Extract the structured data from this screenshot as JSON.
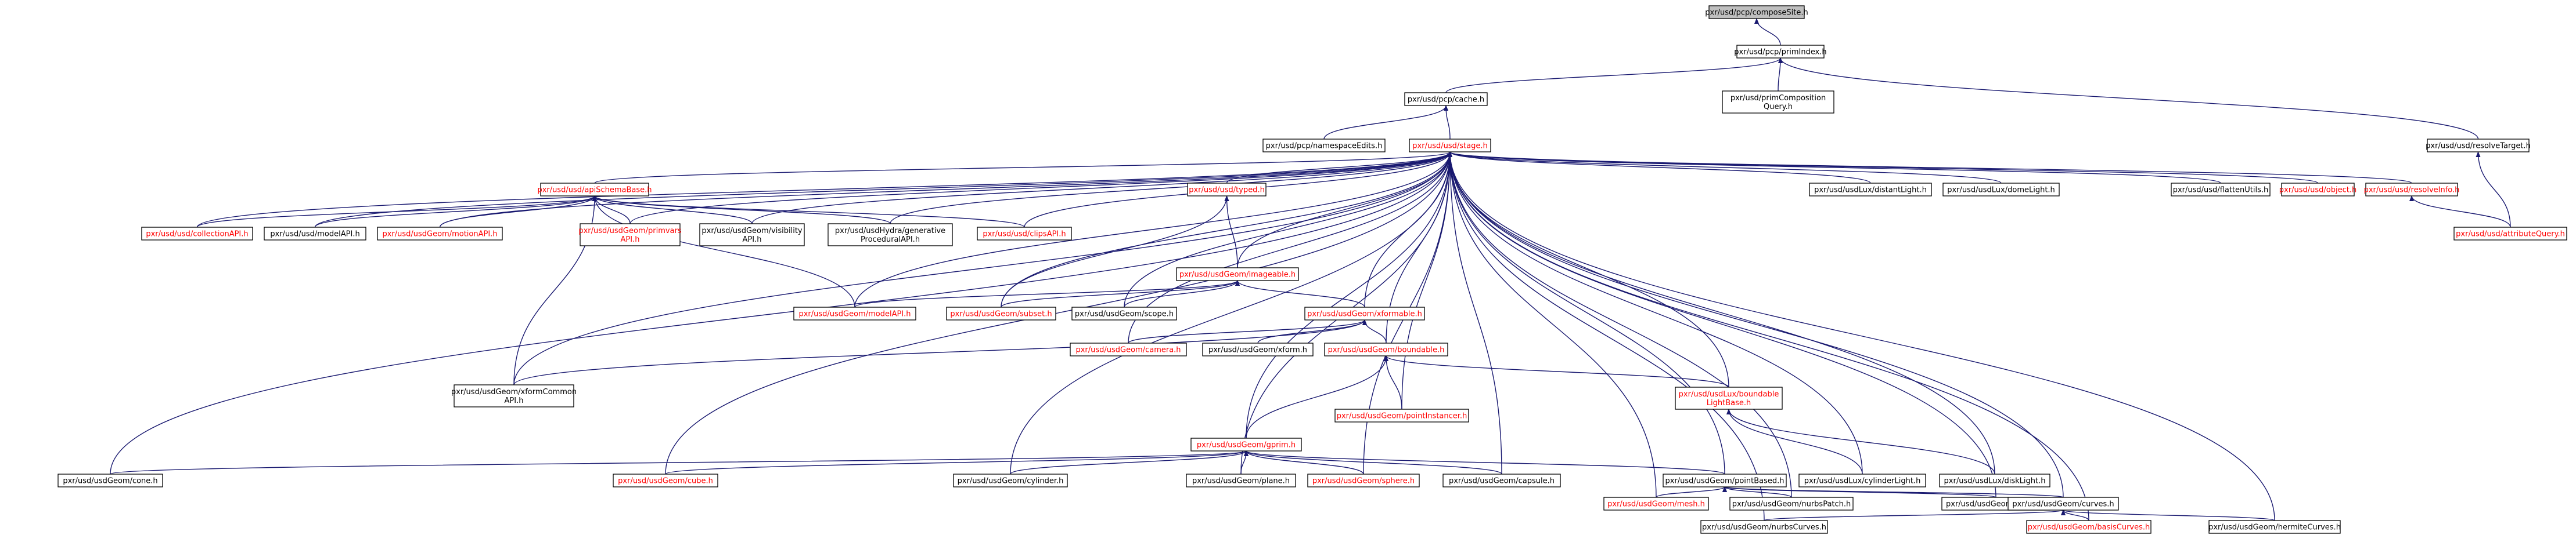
{
  "colors": {
    "root_fill": "#bfbfbf",
    "link_text": "#000000",
    "hidden_text": "#ff0000",
    "edge": "#191970",
    "border": "#000000"
  },
  "nodes": [
    {
      "id": "composeSite",
      "lines": [
        "pxr/usd/pcp/composeSite.h"
      ],
      "kind": "root"
    },
    {
      "id": "primIndex",
      "lines": [
        "pxr/usd/pcp/primIndex.h"
      ],
      "kind": "link"
    },
    {
      "id": "cache",
      "lines": [
        "pxr/usd/pcp/cache.h"
      ],
      "kind": "link"
    },
    {
      "id": "primComposition",
      "lines": [
        "pxr/usd/primComposition",
        "Query.h"
      ],
      "kind": "link"
    },
    {
      "id": "resolveTarget",
      "lines": [
        "pxr/usd/usd/resolveTarget.h"
      ],
      "kind": "link"
    },
    {
      "id": "namespaceEdits",
      "lines": [
        "pxr/usd/pcp/namespaceEdits.h"
      ],
      "kind": "link"
    },
    {
      "id": "stage",
      "lines": [
        "pxr/usd/usd/stage.h"
      ],
      "kind": "hidden"
    },
    {
      "id": "apiSchemaBase",
      "lines": [
        "pxr/usd/usd/apiSchemaBase.h"
      ],
      "kind": "hidden"
    },
    {
      "id": "typed",
      "lines": [
        "pxr/usd/usd/typed.h"
      ],
      "kind": "hidden"
    },
    {
      "id": "distantLight",
      "lines": [
        "pxr/usd/usdLux/distantLight.h"
      ],
      "kind": "link"
    },
    {
      "id": "domeLight",
      "lines": [
        "pxr/usd/usdLux/domeLight.h"
      ],
      "kind": "link"
    },
    {
      "id": "flattenUtils",
      "lines": [
        "pxr/usd/usd/flattenUtils.h"
      ],
      "kind": "link"
    },
    {
      "id": "object",
      "lines": [
        "pxr/usd/usd/object.h"
      ],
      "kind": "hidden"
    },
    {
      "id": "resolveInfo",
      "lines": [
        "pxr/usd/usd/resolveInfo.h"
      ],
      "kind": "hidden"
    },
    {
      "id": "attributeQuery",
      "lines": [
        "pxr/usd/usd/attributeQuery.h"
      ],
      "kind": "hidden"
    },
    {
      "id": "collectionAPI",
      "lines": [
        "pxr/usd/usd/collectionAPI.h"
      ],
      "kind": "hidden"
    },
    {
      "id": "modelAPI",
      "lines": [
        "pxr/usd/usd/modelAPI.h"
      ],
      "kind": "link"
    },
    {
      "id": "motionAPI",
      "lines": [
        "pxr/usd/usdGeom/motionAPI.h"
      ],
      "kind": "hidden"
    },
    {
      "id": "primvarsAPI",
      "lines": [
        "pxr/usd/usdGeom/primvars",
        "API.h"
      ],
      "kind": "hidden"
    },
    {
      "id": "visibilityAPI",
      "lines": [
        "pxr/usd/usdGeom/visibility",
        "API.h"
      ],
      "kind": "link"
    },
    {
      "id": "generativeAPI",
      "lines": [
        "pxr/usd/usdHydra/generative",
        "ProceduralAPI.h"
      ],
      "kind": "link"
    },
    {
      "id": "clipsAPI",
      "lines": [
        "pxr/usd/usd/clipsAPI.h"
      ],
      "kind": "hidden"
    },
    {
      "id": "imageable",
      "lines": [
        "pxr/usd/usdGeom/imageable.h"
      ],
      "kind": "hidden"
    },
    {
      "id": "geomModelAPI",
      "lines": [
        "pxr/usd/usdGeom/modelAPI.h"
      ],
      "kind": "hidden"
    },
    {
      "id": "subset",
      "lines": [
        "pxr/usd/usdGeom/subset.h"
      ],
      "kind": "hidden"
    },
    {
      "id": "scope",
      "lines": [
        "pxr/usd/usdGeom/scope.h"
      ],
      "kind": "link"
    },
    {
      "id": "xformable",
      "lines": [
        "pxr/usd/usdGeom/xformable.h"
      ],
      "kind": "hidden"
    },
    {
      "id": "xformCommonAPI",
      "lines": [
        "pxr/usd/usdGeom/xformCommon",
        "API.h"
      ],
      "kind": "link"
    },
    {
      "id": "camera",
      "lines": [
        "pxr/usd/usdGeom/camera.h"
      ],
      "kind": "hidden"
    },
    {
      "id": "xform",
      "lines": [
        "pxr/usd/usdGeom/xform.h"
      ],
      "kind": "link"
    },
    {
      "id": "boundable",
      "lines": [
        "pxr/usd/usdGeom/boundable.h"
      ],
      "kind": "hidden"
    },
    {
      "id": "pointInstancer",
      "lines": [
        "pxr/usd/usdGeom/pointInstancer.h"
      ],
      "kind": "hidden"
    },
    {
      "id": "boundableLightBase",
      "lines": [
        "pxr/usd/usdLux/boundable",
        "LightBase.h"
      ],
      "kind": "hidden"
    },
    {
      "id": "gprim",
      "lines": [
        "pxr/usd/usdGeom/gprim.h"
      ],
      "kind": "hidden"
    },
    {
      "id": "cone",
      "lines": [
        "pxr/usd/usdGeom/cone.h"
      ],
      "kind": "link"
    },
    {
      "id": "cube",
      "lines": [
        "pxr/usd/usdGeom/cube.h"
      ],
      "kind": "hidden"
    },
    {
      "id": "cylinder",
      "lines": [
        "pxr/usd/usdGeom/cylinder.h"
      ],
      "kind": "link"
    },
    {
      "id": "plane",
      "lines": [
        "pxr/usd/usdGeom/plane.h"
      ],
      "kind": "link"
    },
    {
      "id": "sphere",
      "lines": [
        "pxr/usd/usdGeom/sphere.h"
      ],
      "kind": "hidden"
    },
    {
      "id": "capsule",
      "lines": [
        "pxr/usd/usdGeom/capsule.h"
      ],
      "kind": "link"
    },
    {
      "id": "pointBased",
      "lines": [
        "pxr/usd/usdGeom/pointBased.h"
      ],
      "kind": "link"
    },
    {
      "id": "cylinderLight",
      "lines": [
        "pxr/usd/usdLux/cylinderLight.h"
      ],
      "kind": "link"
    },
    {
      "id": "diskLight",
      "lines": [
        "pxr/usd/usdLux/diskLight.h"
      ],
      "kind": "link"
    },
    {
      "id": "mesh",
      "lines": [
        "pxr/usd/usdGeom/mesh.h"
      ],
      "kind": "hidden"
    },
    {
      "id": "nurbsPatch",
      "lines": [
        "pxr/usd/usdGeom/nurbsPatch.h"
      ],
      "kind": "link"
    },
    {
      "id": "points",
      "lines": [
        "pxr/usd/usdGeom/points.h"
      ],
      "kind": "link"
    },
    {
      "id": "curves",
      "lines": [
        "pxr/usd/usdGeom/curves.h"
      ],
      "kind": "link"
    },
    {
      "id": "basisCurves",
      "lines": [
        "pxr/usd/usdGeom/basisCurves.h"
      ],
      "kind": "hidden"
    },
    {
      "id": "hermiteCurves",
      "lines": [
        "pxr/usd/usdGeom/hermiteCurves.h"
      ],
      "kind": "link"
    },
    {
      "id": "nurbsCurves",
      "lines": [
        "pxr/usd/usdGeom/nurbsCurves.h"
      ],
      "kind": "link"
    }
  ],
  "edges": [
    [
      "primIndex",
      "composeSite"
    ],
    [
      "cache",
      "primIndex"
    ],
    [
      "primComposition",
      "primIndex"
    ],
    [
      "resolveTarget",
      "primIndex"
    ],
    [
      "namespaceEdits",
      "cache"
    ],
    [
      "stage",
      "cache"
    ],
    [
      "attributeQuery",
      "resolveTarget"
    ],
    [
      "attributeQuery",
      "resolveInfo"
    ],
    [
      "apiSchemaBase",
      "stage"
    ],
    [
      "typed",
      "stage"
    ],
    [
      "distantLight",
      "stage"
    ],
    [
      "domeLight",
      "stage"
    ],
    [
      "flattenUtils",
      "stage"
    ],
    [
      "object",
      "stage"
    ],
    [
      "resolveInfo",
      "stage"
    ],
    [
      "collectionAPI",
      "stage"
    ],
    [
      "modelAPI",
      "stage"
    ],
    [
      "motionAPI",
      "stage"
    ],
    [
      "primvarsAPI",
      "stage"
    ],
    [
      "visibilityAPI",
      "stage"
    ],
    [
      "generativeAPI",
      "stage"
    ],
    [
      "clipsAPI",
      "stage"
    ],
    [
      "imageable",
      "stage"
    ],
    [
      "geomModelAPI",
      "stage"
    ],
    [
      "subset",
      "stage"
    ],
    [
      "scope",
      "stage"
    ],
    [
      "xformable",
      "stage"
    ],
    [
      "xformCommonAPI",
      "stage"
    ],
    [
      "camera",
      "stage"
    ],
    [
      "boundable",
      "stage"
    ],
    [
      "pointInstancer",
      "stage"
    ],
    [
      "boundableLightBase",
      "stage"
    ],
    [
      "gprim",
      "stage"
    ],
    [
      "cone",
      "stage"
    ],
    [
      "cube",
      "stage"
    ],
    [
      "cylinder",
      "stage"
    ],
    [
      "plane",
      "stage"
    ],
    [
      "sphere",
      "stage"
    ],
    [
      "capsule",
      "stage"
    ],
    [
      "pointBased",
      "stage"
    ],
    [
      "cylinderLight",
      "stage"
    ],
    [
      "diskLight",
      "stage"
    ],
    [
      "mesh",
      "stage"
    ],
    [
      "nurbsPatch",
      "stage"
    ],
    [
      "points",
      "stage"
    ],
    [
      "curves",
      "stage"
    ],
    [
      "basisCurves",
      "stage"
    ],
    [
      "hermiteCurves",
      "stage"
    ],
    [
      "nurbsCurves",
      "stage"
    ],
    [
      "collectionAPI",
      "apiSchemaBase"
    ],
    [
      "modelAPI",
      "apiSchemaBase"
    ],
    [
      "motionAPI",
      "apiSchemaBase"
    ],
    [
      "primvarsAPI",
      "apiSchemaBase"
    ],
    [
      "visibilityAPI",
      "apiSchemaBase"
    ],
    [
      "generativeAPI",
      "apiSchemaBase"
    ],
    [
      "clipsAPI",
      "apiSchemaBase"
    ],
    [
      "geomModelAPI",
      "apiSchemaBase"
    ],
    [
      "xformCommonAPI",
      "apiSchemaBase"
    ],
    [
      "imageable",
      "typed"
    ],
    [
      "subset",
      "typed"
    ],
    [
      "geomModelAPI",
      "imageable"
    ],
    [
      "subset",
      "imageable"
    ],
    [
      "scope",
      "imageable"
    ],
    [
      "xformable",
      "imageable"
    ],
    [
      "xformCommonAPI",
      "xformable"
    ],
    [
      "camera",
      "xformable"
    ],
    [
      "xform",
      "xformable"
    ],
    [
      "boundable",
      "xformable"
    ],
    [
      "gprim",
      "boundable"
    ],
    [
      "pointInstancer",
      "boundable"
    ],
    [
      "boundableLightBase",
      "boundable"
    ],
    [
      "cone",
      "gprim"
    ],
    [
      "cube",
      "gprim"
    ],
    [
      "cylinder",
      "gprim"
    ],
    [
      "plane",
      "gprim"
    ],
    [
      "sphere",
      "gprim"
    ],
    [
      "capsule",
      "gprim"
    ],
    [
      "pointBased",
      "gprim"
    ],
    [
      "cylinderLight",
      "boundableLightBase"
    ],
    [
      "diskLight",
      "boundableLightBase"
    ],
    [
      "mesh",
      "pointBased"
    ],
    [
      "nurbsPatch",
      "pointBased"
    ],
    [
      "points",
      "pointBased"
    ],
    [
      "curves",
      "pointBased"
    ],
    [
      "basisCurves",
      "curves"
    ],
    [
      "hermiteCurves",
      "curves"
    ],
    [
      "nurbsCurves",
      "curves"
    ]
  ]
}
